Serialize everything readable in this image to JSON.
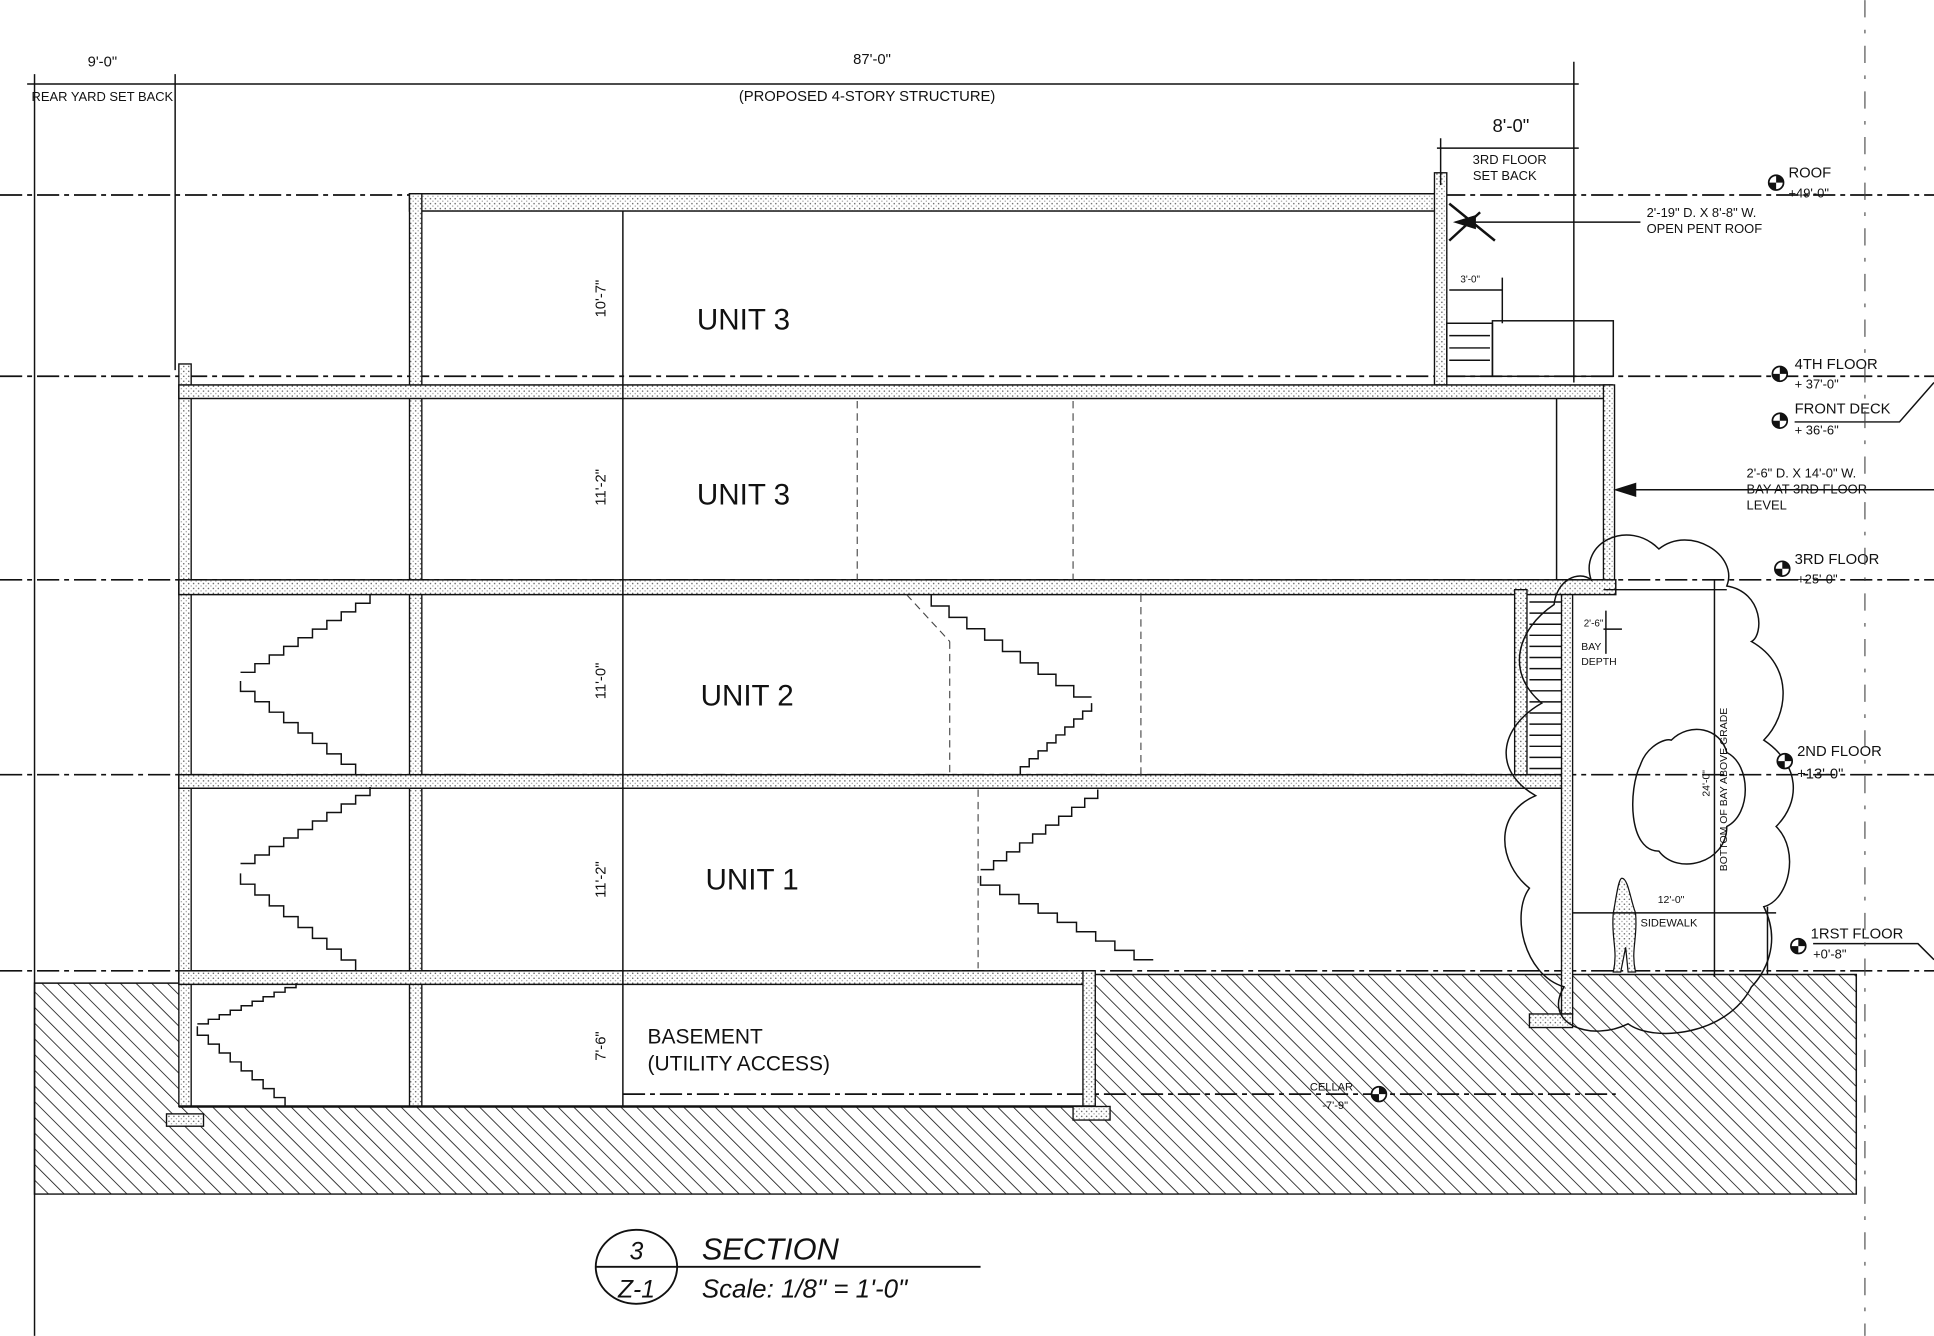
{
  "drawing": {
    "dimensions": {
      "rear_yard": "9'-0\"",
      "rear_yard_label": "REAR YARD SET BACK",
      "overall": "87'-0\"",
      "overall_label": "(PROPOSED 4-STORY STRUCTURE)",
      "setback": "8'-0\"",
      "setback_label_1": "3RD FLOOR",
      "setback_label_2": "SET BACK",
      "stair_width": "3'-0\"",
      "floor_heights": [
        "10'-7\"",
        "11'-2\"",
        "11'-0\"",
        "11'-2\"",
        "7'-6\""
      ],
      "bay_depth": "2'-6\"",
      "bay_depth_label_1": "BAY",
      "bay_depth_label_2": "DEPTH",
      "bay_height": "24'-0\"",
      "bay_height_label": "BOTTOM OF BAY ABOVE GRADE",
      "sidewalk_width": "12'-0\"",
      "sidewalk_label": "SIDEWALK"
    },
    "notes": {
      "pent_roof_1": "2'-19\" D. X 8'-8\" W.",
      "pent_roof_2": "OPEN PENT ROOF",
      "bay_1": "2'-6\" D. X 14'-0\" W.",
      "bay_2": "BAY AT 3RD FLOOR",
      "bay_3": "LEVEL"
    },
    "rooms": {
      "unit3_top": "UNIT 3",
      "unit3_bottom": "UNIT 3",
      "unit2": "UNIT 2",
      "unit1": "UNIT 1",
      "basement_1": "BASEMENT",
      "basement_2": "(UTILITY ACCESS)"
    },
    "levels": [
      {
        "name": "ROOF",
        "elevation": "+49'-0\""
      },
      {
        "name": "4TH FLOOR",
        "elevation": "+ 37'-0\""
      },
      {
        "name": "FRONT DECK",
        "elevation": "+ 36'-6\""
      },
      {
        "name": "3RD FLOOR",
        "elevation": "+25'-0\""
      },
      {
        "name": "2ND FLOOR",
        "elevation": "+13'-0\""
      },
      {
        "name": "1RST FLOOR",
        "elevation": "+0'-8\""
      },
      {
        "name": "CELLAR",
        "elevation": "-7'-9\""
      }
    ],
    "title": {
      "detail_number": "3",
      "sheet": "Z-1",
      "name": "SECTION",
      "scale": "Scale: 1/8\" = 1'-0\""
    },
    "colors": {
      "ink": "#111111",
      "paper": "#ffffff"
    }
  }
}
